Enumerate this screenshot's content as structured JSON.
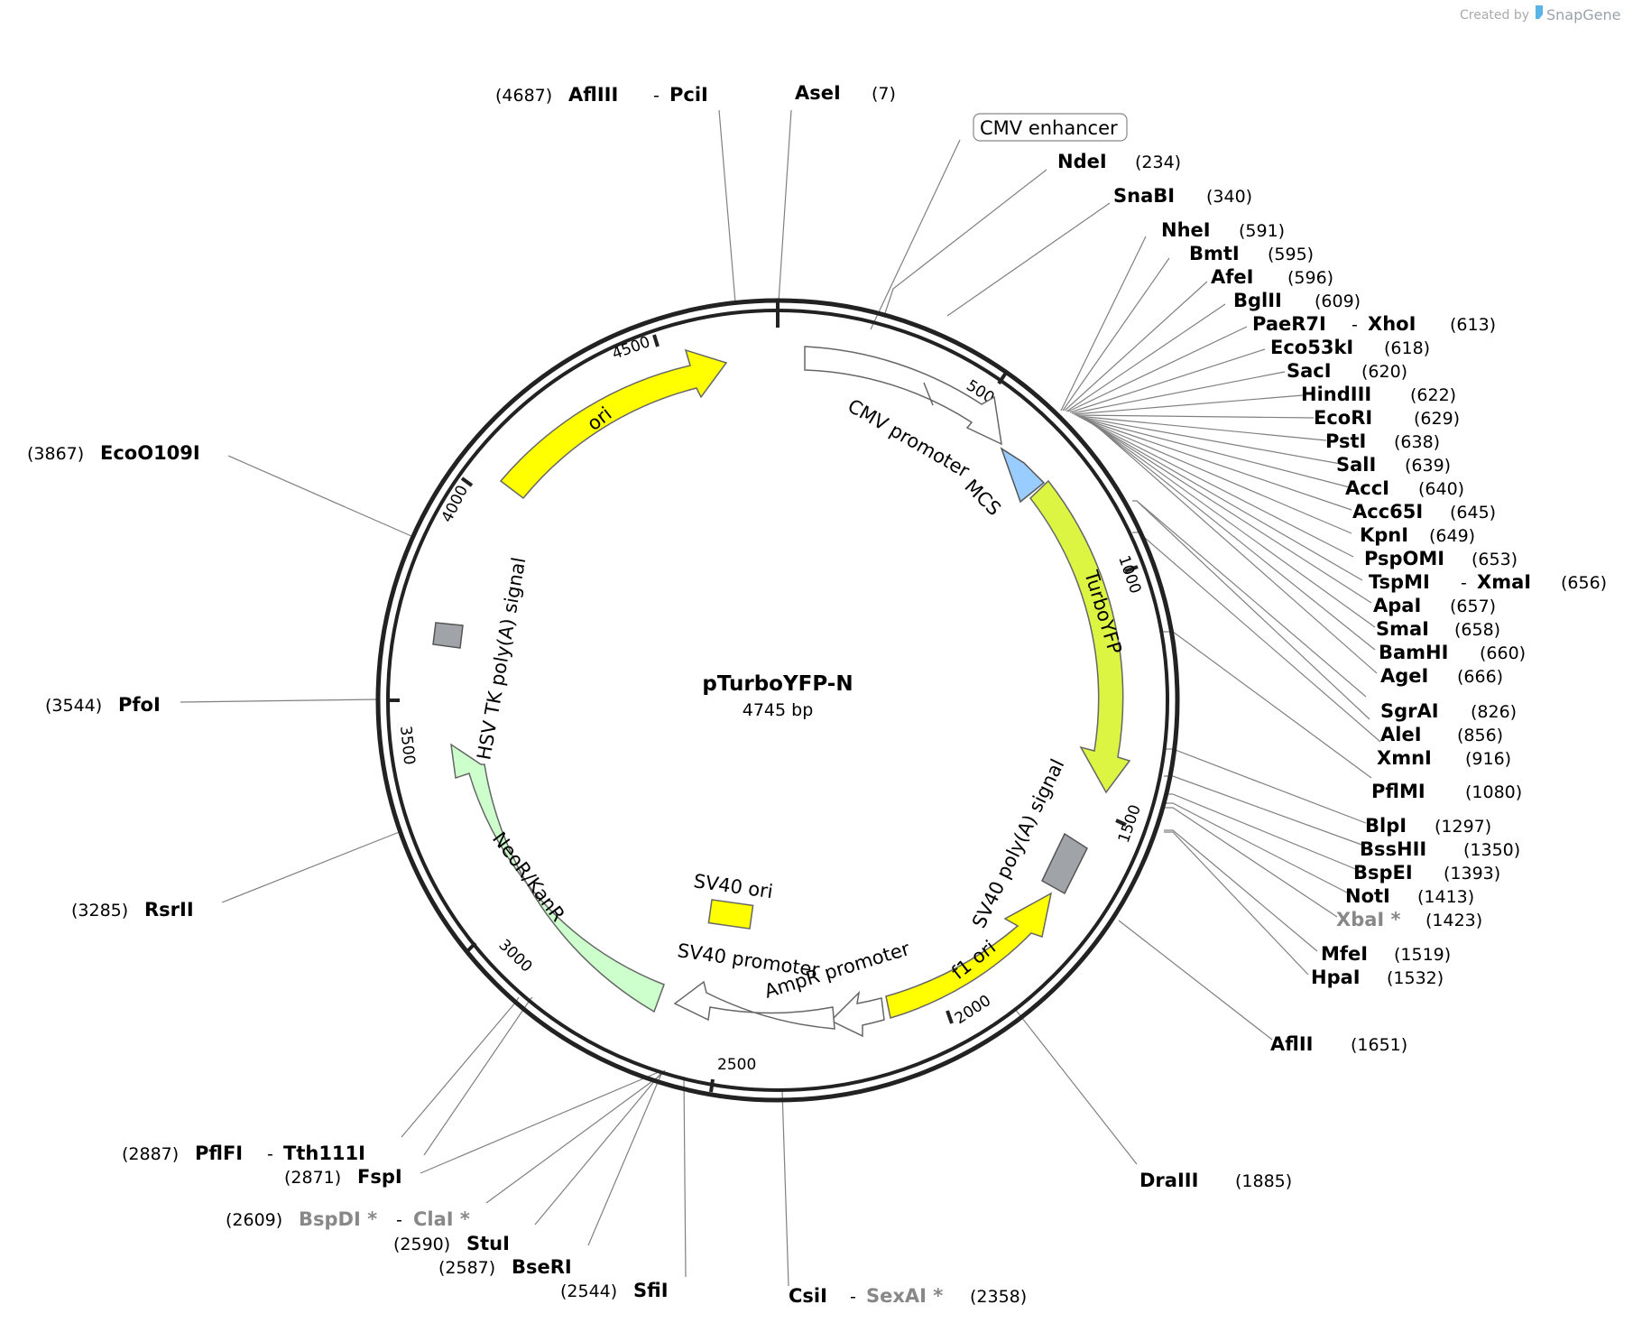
{
  "credit": {
    "created_by": "Created by",
    "brand": "SnapGene"
  },
  "plasmid": {
    "name": "pTurboYFP-N",
    "length": "4745 bp"
  },
  "ticks": [
    "500",
    "1000",
    "1500",
    "2000",
    "2500",
    "3000",
    "3500",
    "4000",
    "4500"
  ],
  "features": {
    "cmv_enhancer": "CMV enhancer",
    "cmv_promoter": "CMV promoter",
    "mcs": "MCS",
    "turboyfp": "TurboYFP",
    "sv40_polya": "SV40 poly(A) signal",
    "f1_ori": "f1 ori",
    "ampr_promoter": "AmpR promoter",
    "sv40_promoter": "SV40 promoter",
    "sv40_ori": "SV40 ori",
    "neor_kanr": "NeoR/KanR",
    "hsv_tk_polya": "HSV TK poly(A) signal",
    "ori": "ori"
  },
  "colors": {
    "backbone": "#222222",
    "ori": "#ffff00",
    "turboyfp": "#dcf542",
    "mcs": "#99ccff",
    "polya": "#a0a4a8",
    "neo": "#ccffcc",
    "promoter": "#ffffff"
  },
  "sites": {
    "afliii": "AflIII",
    "afliii_pos": "(4687)",
    "pcii": "PciI",
    "asei": "AseI",
    "asei_pos": "(7)",
    "ndei": "NdeI",
    "ndei_pos": "(234)",
    "snabi": "SnaBI",
    "snabi_pos": "(340)",
    "nhei": "NheI",
    "nhei_pos": "(591)",
    "bmti": "BmtI",
    "bmti_pos": "(595)",
    "afei": "AfeI",
    "afei_pos": "(596)",
    "bglii": "BglII",
    "bglii_pos": "(609)",
    "paer7i": "PaeR7I",
    "xhoi": "XhoI",
    "xhoi_pos": "(613)",
    "eco53ki": "Eco53kI",
    "eco53ki_pos": "(618)",
    "saci": "SacI",
    "saci_pos": "(620)",
    "hindiii": "HindIII",
    "hindiii_pos": "(622)",
    "ecori": "EcoRI",
    "ecori_pos": "(629)",
    "psti": "PstI",
    "psti_pos": "(638)",
    "sali": "SalI",
    "sali_pos": "(639)",
    "acci": "AccI",
    "acci_pos": "(640)",
    "acc65i": "Acc65I",
    "acc65i_pos": "(645)",
    "kpni": "KpnI",
    "kpni_pos": "(649)",
    "psppomi": "PspOMI",
    "psppomi_pos": "(653)",
    "tspmi": "TspMI",
    "xmai": "XmaI",
    "xmai_pos": "(656)",
    "apai": "ApaI",
    "apai_pos": "(657)",
    "smai": "SmaI",
    "smai_pos": "(658)",
    "bamhi": "BamHI",
    "bamhi_pos": "(660)",
    "agei": "AgeI",
    "agei_pos": "(666)",
    "sgrai": "SgrAI",
    "sgrai_pos": "(826)",
    "alei": "AleI",
    "alei_pos": "(856)",
    "xmni": "XmnI",
    "xmni_pos": "(916)",
    "pflmi": "PflMI",
    "pflmi_pos": "(1080)",
    "blpi": "BlpI",
    "blpi_pos": "(1297)",
    "bsshii": "BssHII",
    "bsshii_pos": "(1350)",
    "bspei": "BspEI",
    "bspei_pos": "(1393)",
    "noti": "NotI",
    "noti_pos": "(1413)",
    "xbai": "XbaI *",
    "xbai_pos": "(1423)",
    "mfei": "MfeI",
    "mfei_pos": "(1519)",
    "hpai": "HpaI",
    "hpai_pos": "(1532)",
    "aflii": "AflII",
    "aflii_pos": "(1651)",
    "draiii": "DraIII",
    "draiii_pos": "(1885)",
    "csii": "CsiI",
    "sexai": "SexAI *",
    "sexai_pos": "(2358)",
    "sfii": "SfiI",
    "sfii_pos": "(2544)",
    "bseri": "BseRI",
    "bseri_pos": "(2587)",
    "stui": "StuI",
    "stui_pos": "(2590)",
    "bspdi": "BspDI *",
    "clai": "ClaI *",
    "bspdi_pos": "(2609)",
    "fspi": "FspI",
    "fspi_pos": "(2871)",
    "pflfi": "PflFI",
    "tth111i": "Tth111I",
    "pflfi_pos": "(2887)",
    "rsrii": "RsrII",
    "rsrii_pos": "(3285)",
    "pfoi": "PfoI",
    "pfoi_pos": "(3544)",
    "ecoo109i": "EcoO109I",
    "ecoo109i_pos": "(3867)",
    "dash": "-"
  }
}
